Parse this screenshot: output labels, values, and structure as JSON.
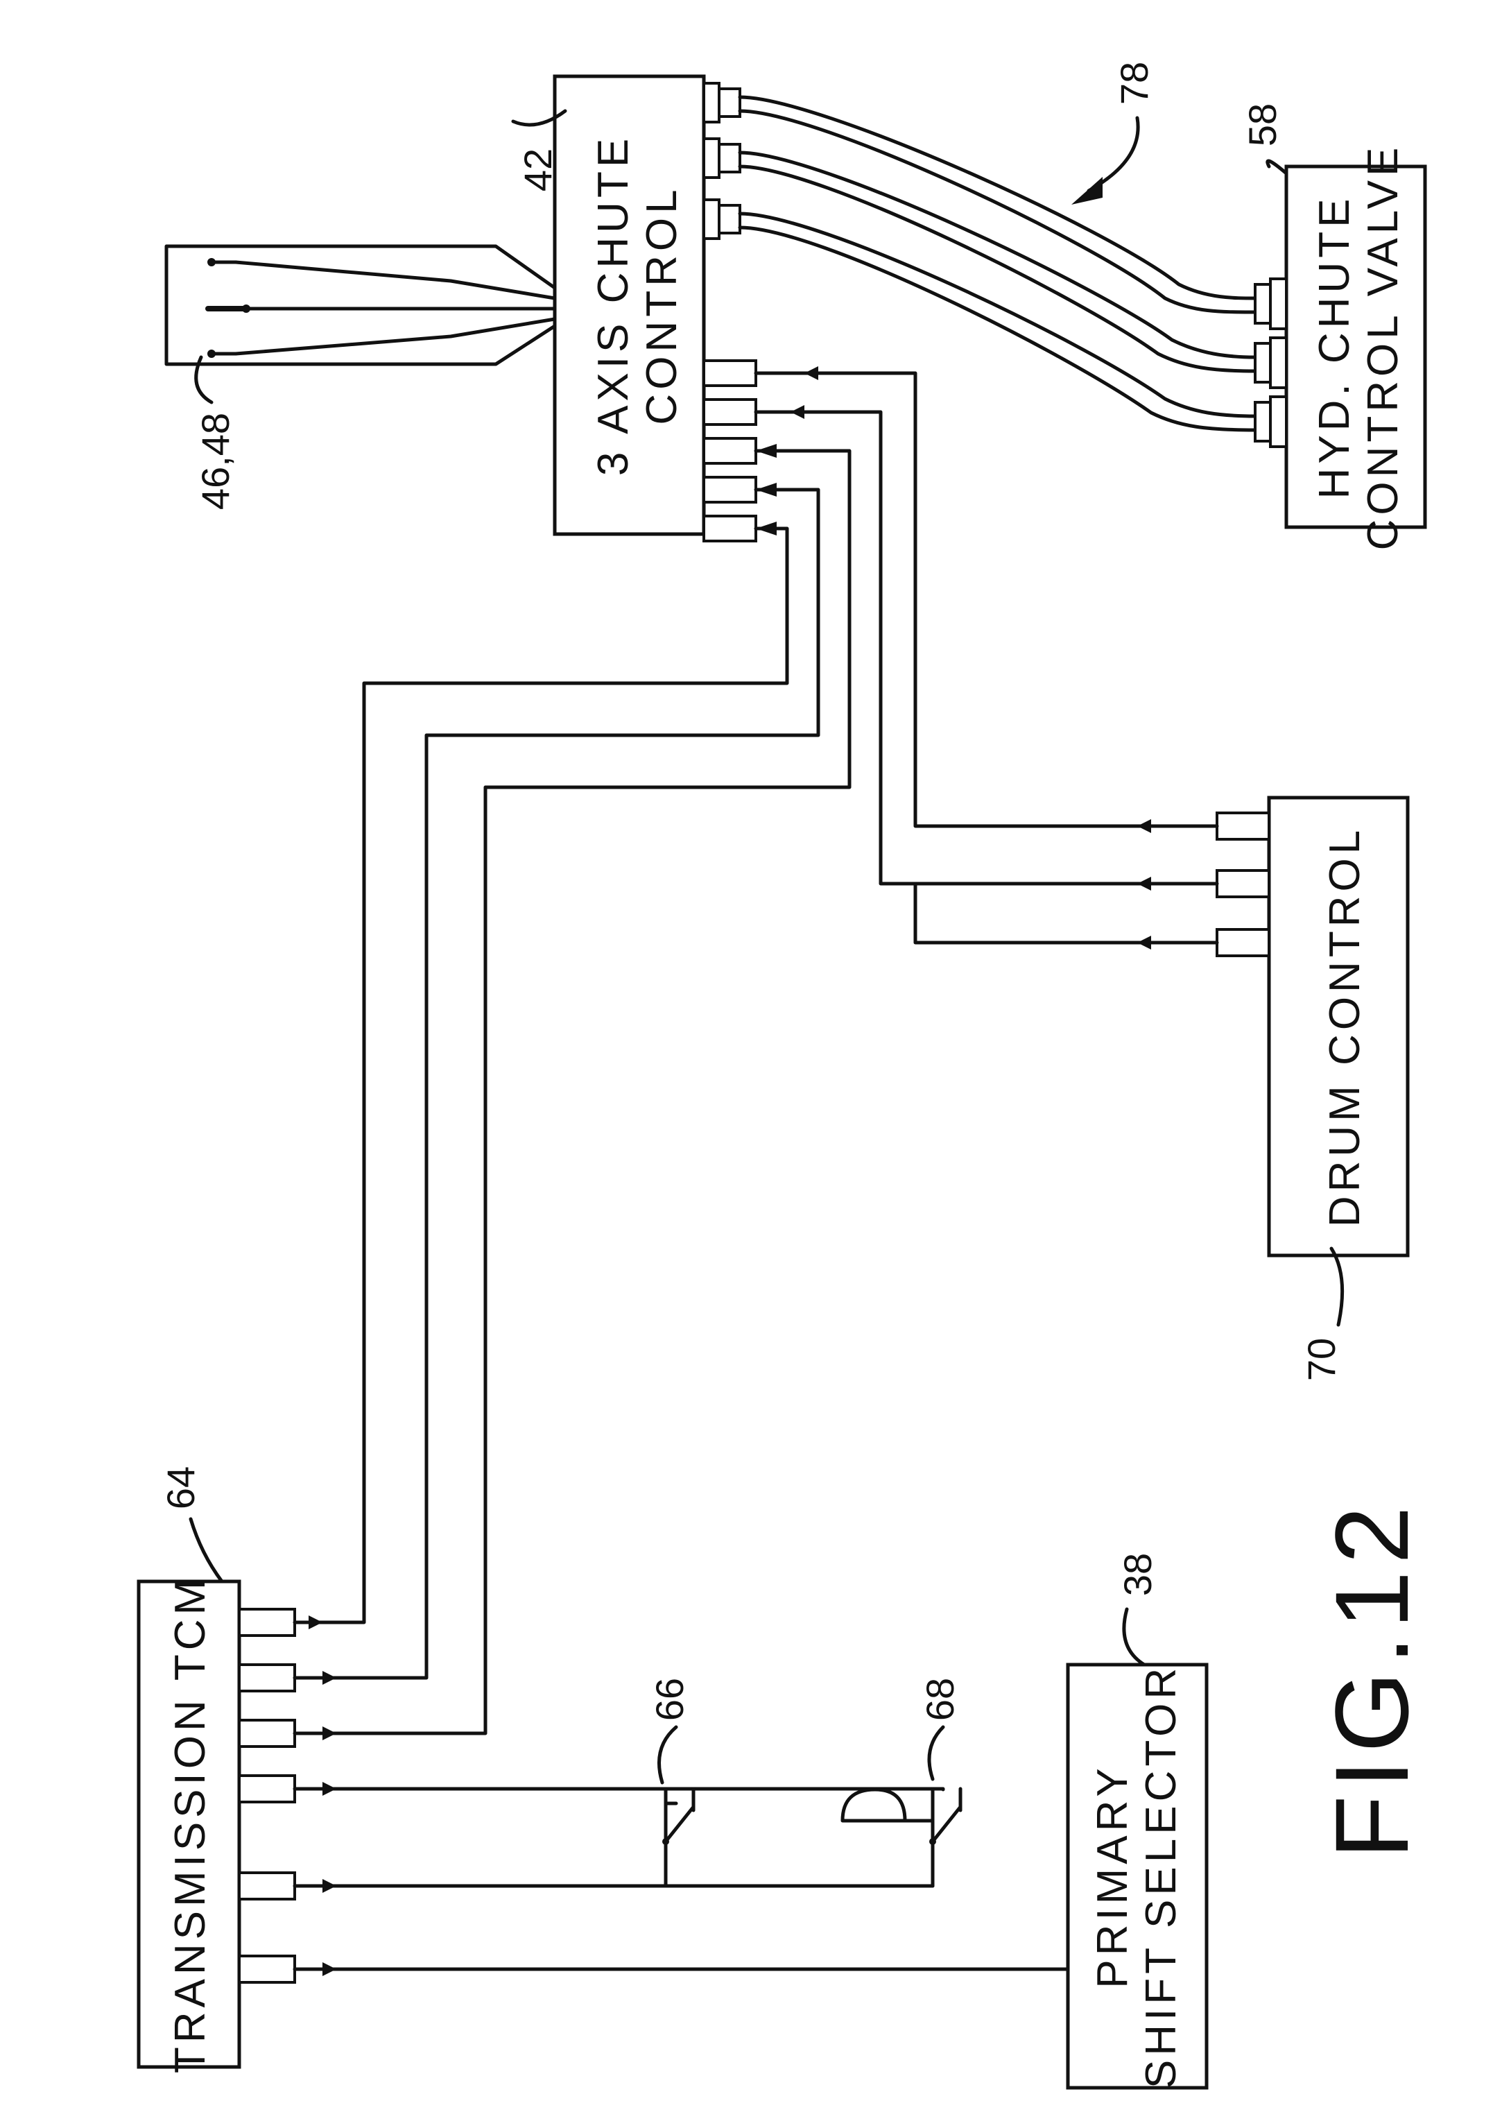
{
  "figure": {
    "label": "FIG.12"
  },
  "blocks": {
    "chute_control": {
      "line1": "3 AXIS CHUTE",
      "line2": "CONTROL",
      "ref": "42"
    },
    "hyd_valve": {
      "line1": "HYD. CHUTE",
      "line2": "CONTROL VALVE",
      "ref": "58"
    },
    "drum_control": {
      "line1": "DRUM CONTROL",
      "ref": "70"
    },
    "transmission": {
      "line1": "TRANSMISSION TCM",
      "ref": "64"
    },
    "shift_selector": {
      "line1": "PRIMARY",
      "line2": "SHIFT SELECTOR",
      "ref": "38"
    }
  },
  "refs": {
    "joystick": "46,48",
    "hydraulic_lines": "78",
    "switch_a": "66",
    "switch_b": "68"
  },
  "colors": {
    "ink": "#111111",
    "paper": "#ffffff"
  }
}
